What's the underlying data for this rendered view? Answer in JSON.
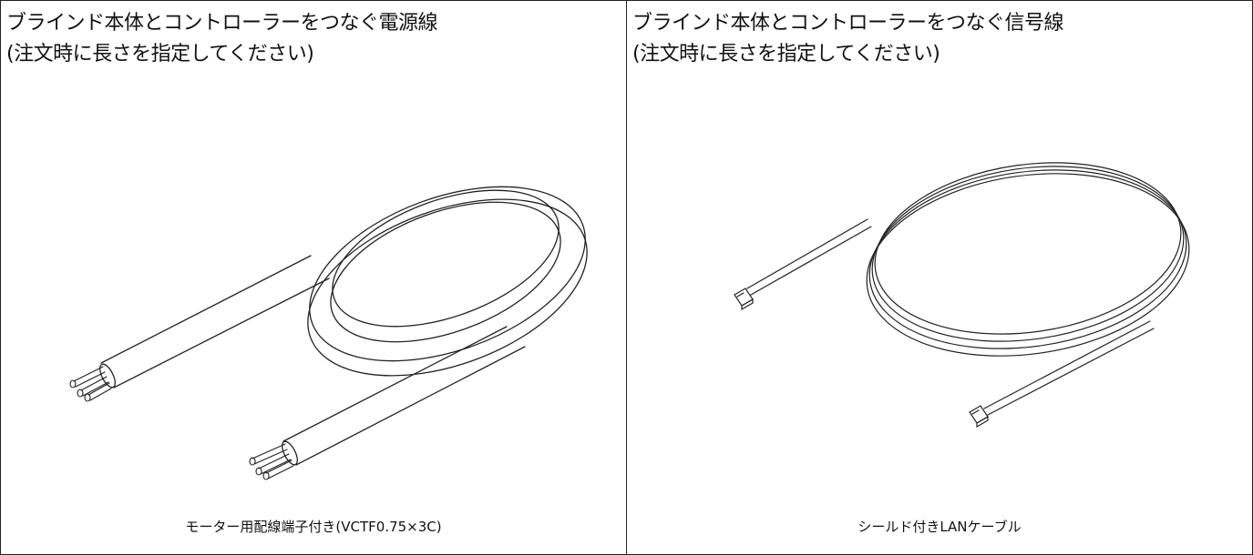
{
  "panels": [
    {
      "title_line1": "ブラインド本体とコントローラーをつなぐ電源線",
      "title_line2": "(注文時に長さを指定してください)",
      "caption": "モーター用配線端子付き(VCTF0.75×3C)",
      "illustration_icon": "power-cable-coil-icon"
    },
    {
      "title_line1": "ブラインド本体とコントローラーをつなぐ信号線",
      "title_line2": "(注文時に長さを指定してください)",
      "caption": "シールド付きLANケーブル",
      "illustration_icon": "lan-cable-coil-icon"
    }
  ],
  "colors": {
    "line": "#222222",
    "background": "#ffffff"
  }
}
